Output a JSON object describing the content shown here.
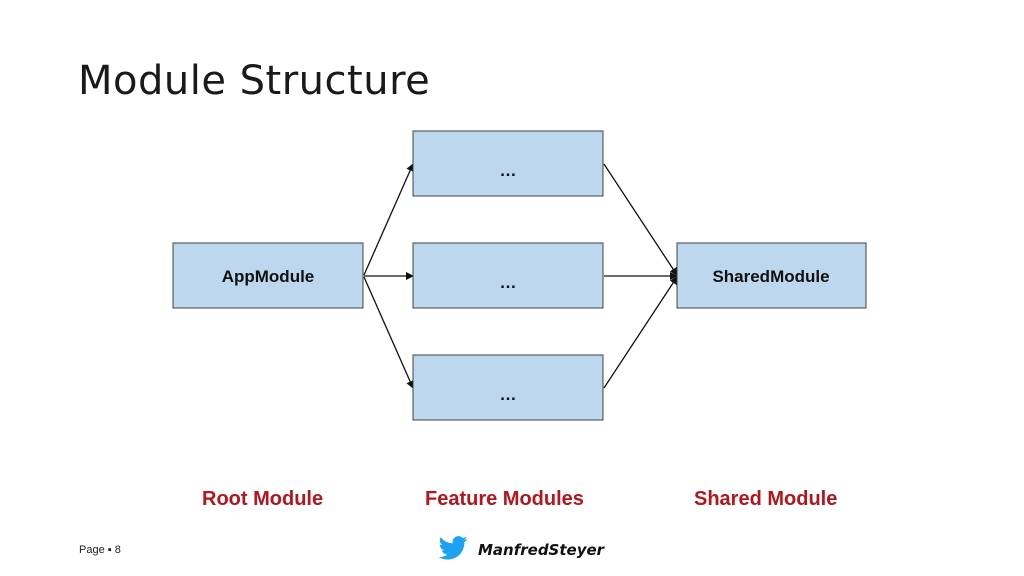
{
  "title": "Module Structure",
  "nodes": {
    "app": "AppModule",
    "feature_top": "…",
    "feature_middle": "…",
    "feature_bottom": "…",
    "shared": "SharedModule"
  },
  "captions": {
    "root": "Root Module",
    "feature": "Feature Modules",
    "shared": "Shared Module"
  },
  "footer": {
    "page_label": "Page",
    "page_separator": "▪",
    "page_number": "8",
    "twitter_handle": "ManfredSteyer",
    "twitter_icon": "twitter-bird-icon"
  },
  "colors": {
    "box_fill": "#bdd7ee",
    "box_stroke": "#404040",
    "caption": "#b3161b",
    "twitter_blue": "#1da1f2"
  }
}
